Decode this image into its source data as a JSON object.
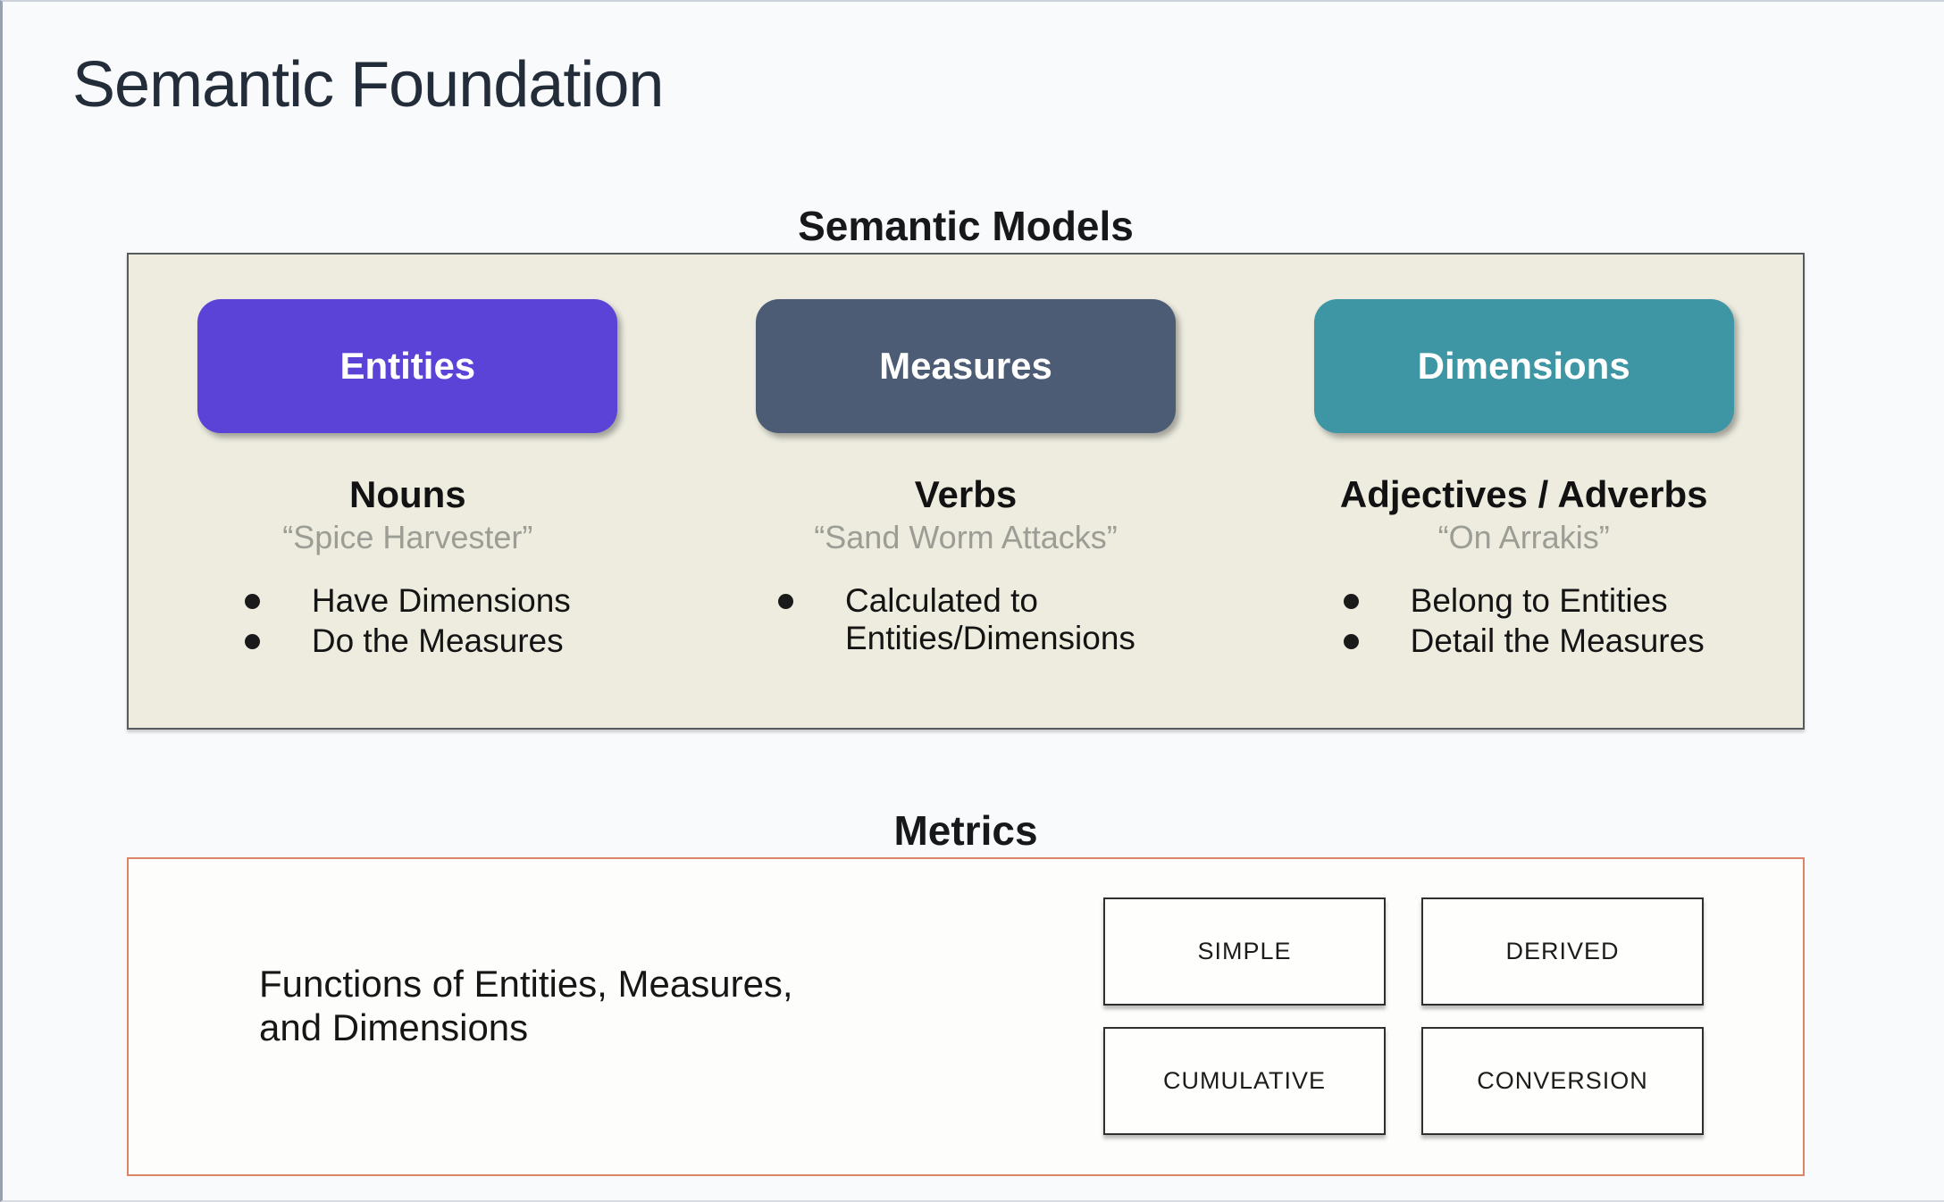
{
  "slide": {
    "title": "Semantic Foundation"
  },
  "semantic_models": {
    "heading": "Semantic Models",
    "panel_background": "#edecdf",
    "columns": [
      {
        "label": "Entities",
        "color": "#5b43d8",
        "role": "Nouns",
        "example": "“Spice Harvester”",
        "bullets": [
          "Have Dimensions",
          "Do the Measures"
        ]
      },
      {
        "label": "Measures",
        "color": "#4d5c75",
        "role": "Verbs",
        "example": "“Sand Worm Attacks”",
        "bullets": [
          "Calculated to Entities/Dimensions"
        ]
      },
      {
        "label": "Dimensions",
        "color": "#3e95a3",
        "role": "Adjectives / Adverbs",
        "example": "“On Arrakis”",
        "bullets": [
          "Belong to Entities",
          "Detail the Measures"
        ]
      }
    ]
  },
  "metrics": {
    "heading": "Metrics",
    "panel_border_color": "#dd8466",
    "description_line1": "Functions of Entities, Measures,",
    "description_line2": "and Dimensions",
    "types": [
      "SIMPLE",
      "DERIVED",
      "CUMULATIVE",
      "CONVERSION"
    ]
  },
  "colors": {
    "slide_background": "#f9fafb",
    "quote_text": "#9c9d95",
    "title_text": "#232d3a"
  }
}
